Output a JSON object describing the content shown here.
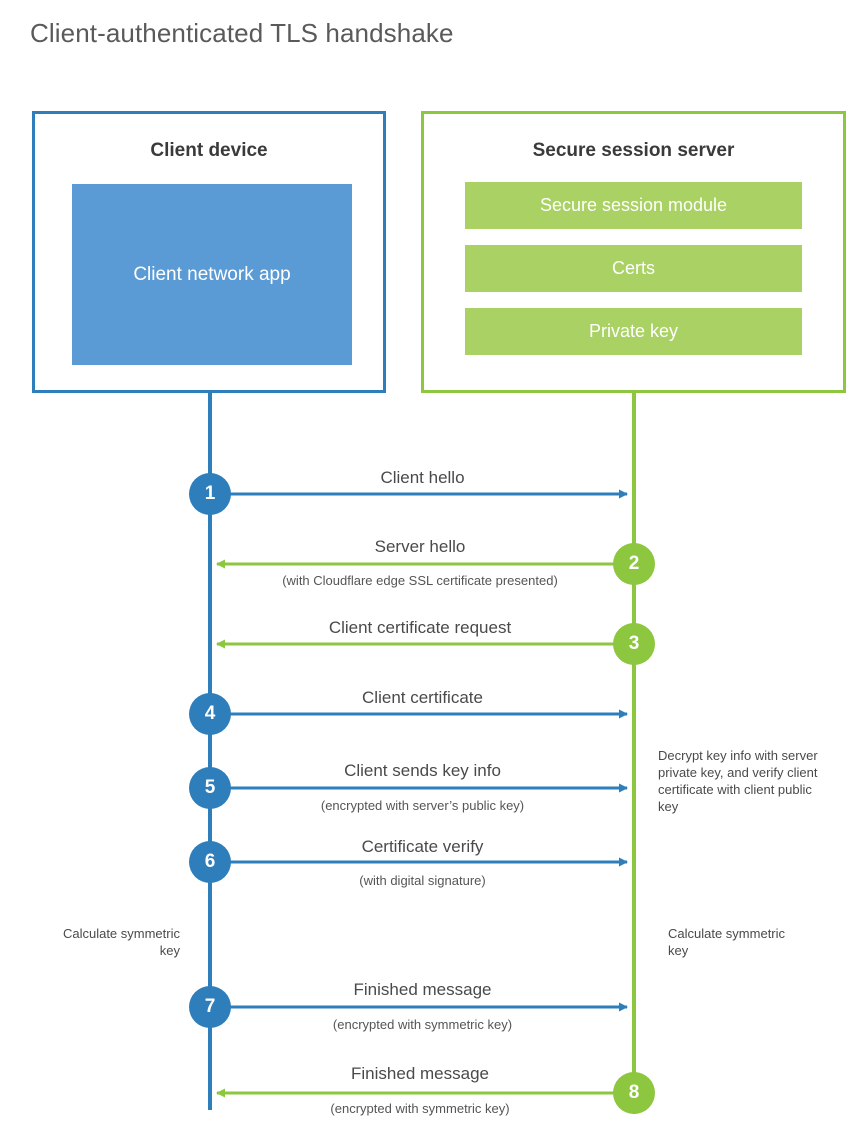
{
  "title": "Client-authenticated TLS handshake",
  "colors": {
    "client_blue": "#2E7EBB",
    "client_app_blue": "#5B9BD5",
    "server_green": "#8DC63F",
    "server_item_green": "#A9D163",
    "text": "#4a4a4a"
  },
  "client": {
    "title": "Client device",
    "app_label": "Client network app"
  },
  "server": {
    "title": "Secure session server",
    "items": [
      {
        "label": "Secure session module"
      },
      {
        "label": "Certs"
      },
      {
        "label": "Private key"
      }
    ]
  },
  "steps": [
    {
      "number": "1",
      "label": "Client hello",
      "sub": "",
      "direction": "client-to-server",
      "side": "client"
    },
    {
      "number": "2",
      "label": "Server hello",
      "sub": "(with Cloudflare edge SSL certificate presented)",
      "direction": "server-to-client",
      "side": "server"
    },
    {
      "number": "3",
      "label": "Client certificate request",
      "sub": "",
      "direction": "server-to-client",
      "side": "server"
    },
    {
      "number": "4",
      "label": "Client certificate",
      "sub": "",
      "direction": "client-to-server",
      "side": "client"
    },
    {
      "number": "5",
      "label": "Client sends key info",
      "sub": "(encrypted with server’s public key)",
      "direction": "client-to-server",
      "side": "client"
    },
    {
      "number": "6",
      "label": "Certificate verify",
      "sub": "(with digital signature)",
      "direction": "client-to-server",
      "side": "client"
    },
    {
      "number": "7",
      "label": "Finished message",
      "sub": "(encrypted with symmetric key)",
      "direction": "client-to-server",
      "side": "client"
    },
    {
      "number": "8",
      "label": "Finished message",
      "sub": "(encrypted with symmetric key)",
      "direction": "server-to-client",
      "side": "server"
    }
  ],
  "notes": {
    "server_decrypt": "Decrypt key info with server private key, and verify client certificate with client public key",
    "client_calc": "Calculate symmetric key",
    "server_calc": "Calculate symmetric key"
  }
}
